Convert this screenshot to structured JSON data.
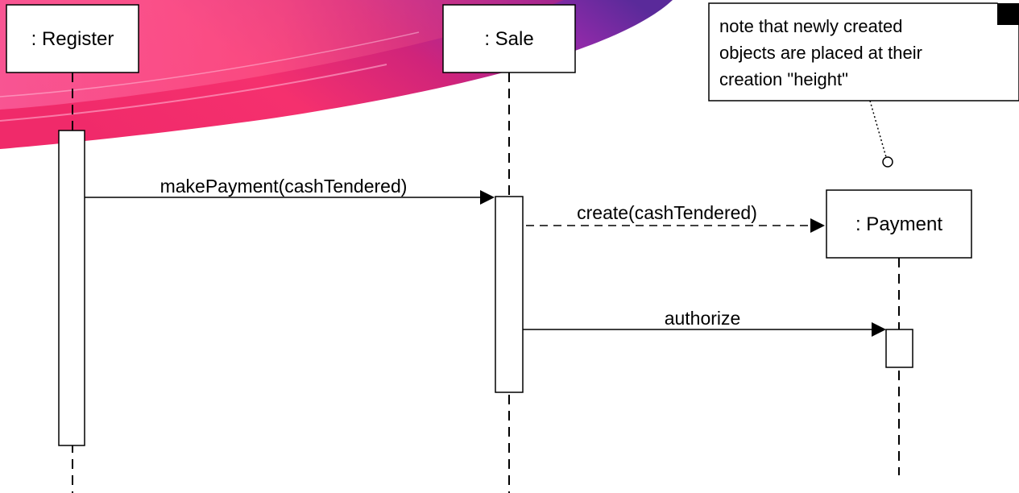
{
  "diagram": {
    "type": "sequence",
    "participants": [
      {
        "id": "register",
        "label": ": Register"
      },
      {
        "id": "sale",
        "label": ": Sale"
      },
      {
        "id": "payment",
        "label": ": Payment"
      }
    ],
    "messages": [
      {
        "label": "makePayment(cashTendered)",
        "from": "register",
        "to": "sale",
        "style": "solid"
      },
      {
        "label": "create(cashTendered)",
        "from": "sale",
        "to": "payment",
        "style": "dashed"
      },
      {
        "label": "authorize",
        "from": "sale",
        "to": "payment",
        "style": "solid"
      }
    ],
    "note": {
      "lines": [
        "note that newly created",
        "objects are placed at their",
        "creation \"height\""
      ]
    }
  },
  "colors": {
    "swoosh_light": "#ff4aa0",
    "swoosh_mid": "#ee1a5c",
    "swoosh_dark": "#7a1fb0",
    "line": "#000000",
    "box_fill": "#ffffff"
  }
}
